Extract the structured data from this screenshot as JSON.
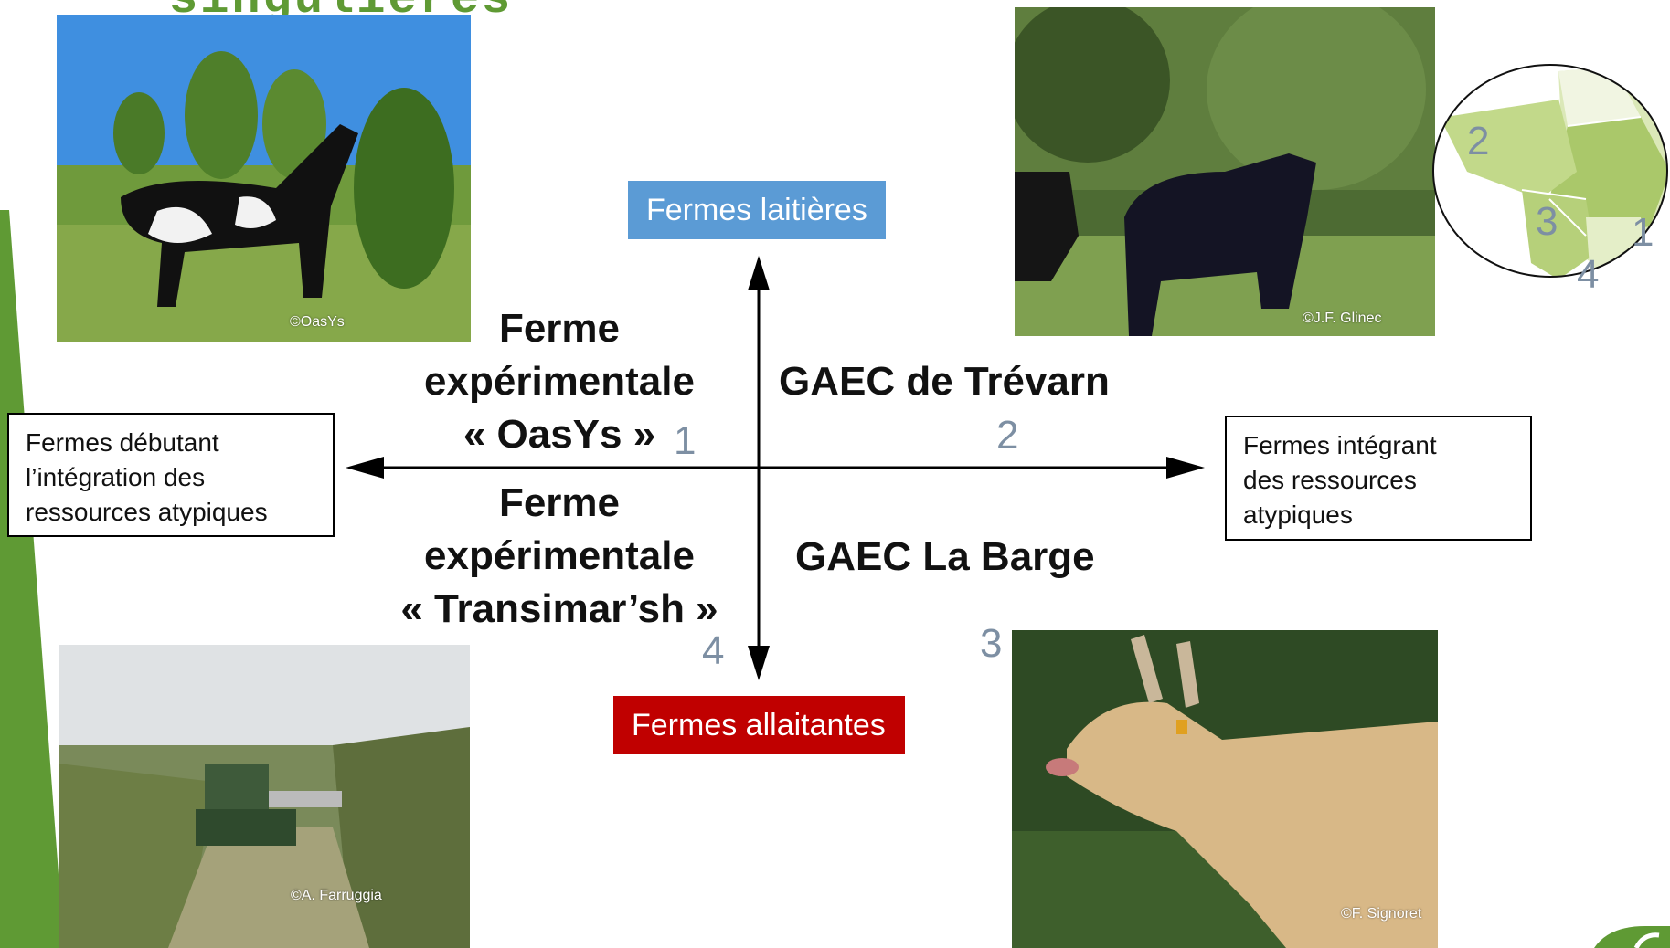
{
  "slide": {
    "title_fragment": "singulières"
  },
  "photos": {
    "top_left": {
      "credit": "©OasYs"
    },
    "top_right": {
      "credit": "©J.F. Glinec"
    },
    "bottom_left": {
      "credit": "©A. Farruggia"
    },
    "bottom_right": {
      "credit": "©F. Signoret"
    }
  },
  "axis": {
    "top_label": "Fermes laitières",
    "bottom_label": "Fermes allaitantes",
    "left_box": [
      "Fermes débutant",
      "l’intégration des",
      "ressources atypiques"
    ],
    "right_box": [
      "Fermes intégrant",
      "des ressources",
      "atypiques"
    ]
  },
  "farms": {
    "q1": {
      "lines": [
        "Ferme",
        "expérimentale",
        "« OasYs »"
      ],
      "number": "1"
    },
    "q2": {
      "name": "GAEC de Trévarn",
      "number": "2"
    },
    "q3": {
      "name": "GAEC La Barge",
      "number": "3"
    },
    "q4": {
      "lines": [
        "Ferme",
        "expérimentale",
        "« Transimar’sh »"
      ],
      "number": "4"
    }
  },
  "map": {
    "labels": [
      "2",
      "3",
      "1",
      "4"
    ]
  },
  "colors": {
    "dairy": "#5b9bd5",
    "suckler": "#c00000",
    "green": "#5f9a34",
    "number_grey": "#7d8fa3"
  }
}
